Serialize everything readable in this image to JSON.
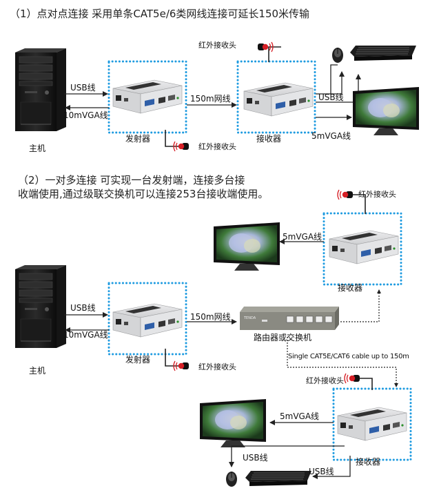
{
  "section1": {
    "title": "（1）点对点连接  采用单条CAT5e/6类网线连接可延长150米传输",
    "host_label": "主机",
    "usb_cable": "USB线",
    "vga_cable": "10mVGA线",
    "transmitter_label": "发射器",
    "ir_tx": "红外接收头",
    "net_cable": "150m网线",
    "receiver_label": "接收器",
    "ir_rx": "红外接收头",
    "usb_out": "USB线",
    "vga_out": "5mVGA线"
  },
  "section2": {
    "title_line1": "（2）一对多连接  可实现一台发射端，连接多台接",
    "title_line2": "收端使用,通过级联交换机可以连接253台接收端使用。",
    "host_label": "主机",
    "usb_cable": "USB线",
    "vga_cable": "10mVGA线",
    "transmitter_label": "发射器",
    "ir_tx": "红外接收头",
    "net_cable": "150m网线",
    "router_label": "路由器或交换机",
    "router_brand": "TENDA",
    "cable_note": "Single CAT5E/CAT6 cable up to 150m",
    "receiver1_label": "接收器",
    "receiver1_ir": "红外接收头",
    "receiver1_vga": "5mVGA线",
    "receiver2_label": "接收器",
    "receiver2_ir": "红外接收头",
    "receiver2_vga": "5mVGA线",
    "receiver2_usb_mouse": "USB线",
    "receiver2_usb_kbd": "USB线"
  },
  "colors": {
    "dotted_box": "#1e9be0",
    "line": "#222222",
    "device_body": "#d9dadc",
    "device_face": "#c8c9cb",
    "ir_red": "#d61f26",
    "router_body": "#8a8a82"
  }
}
